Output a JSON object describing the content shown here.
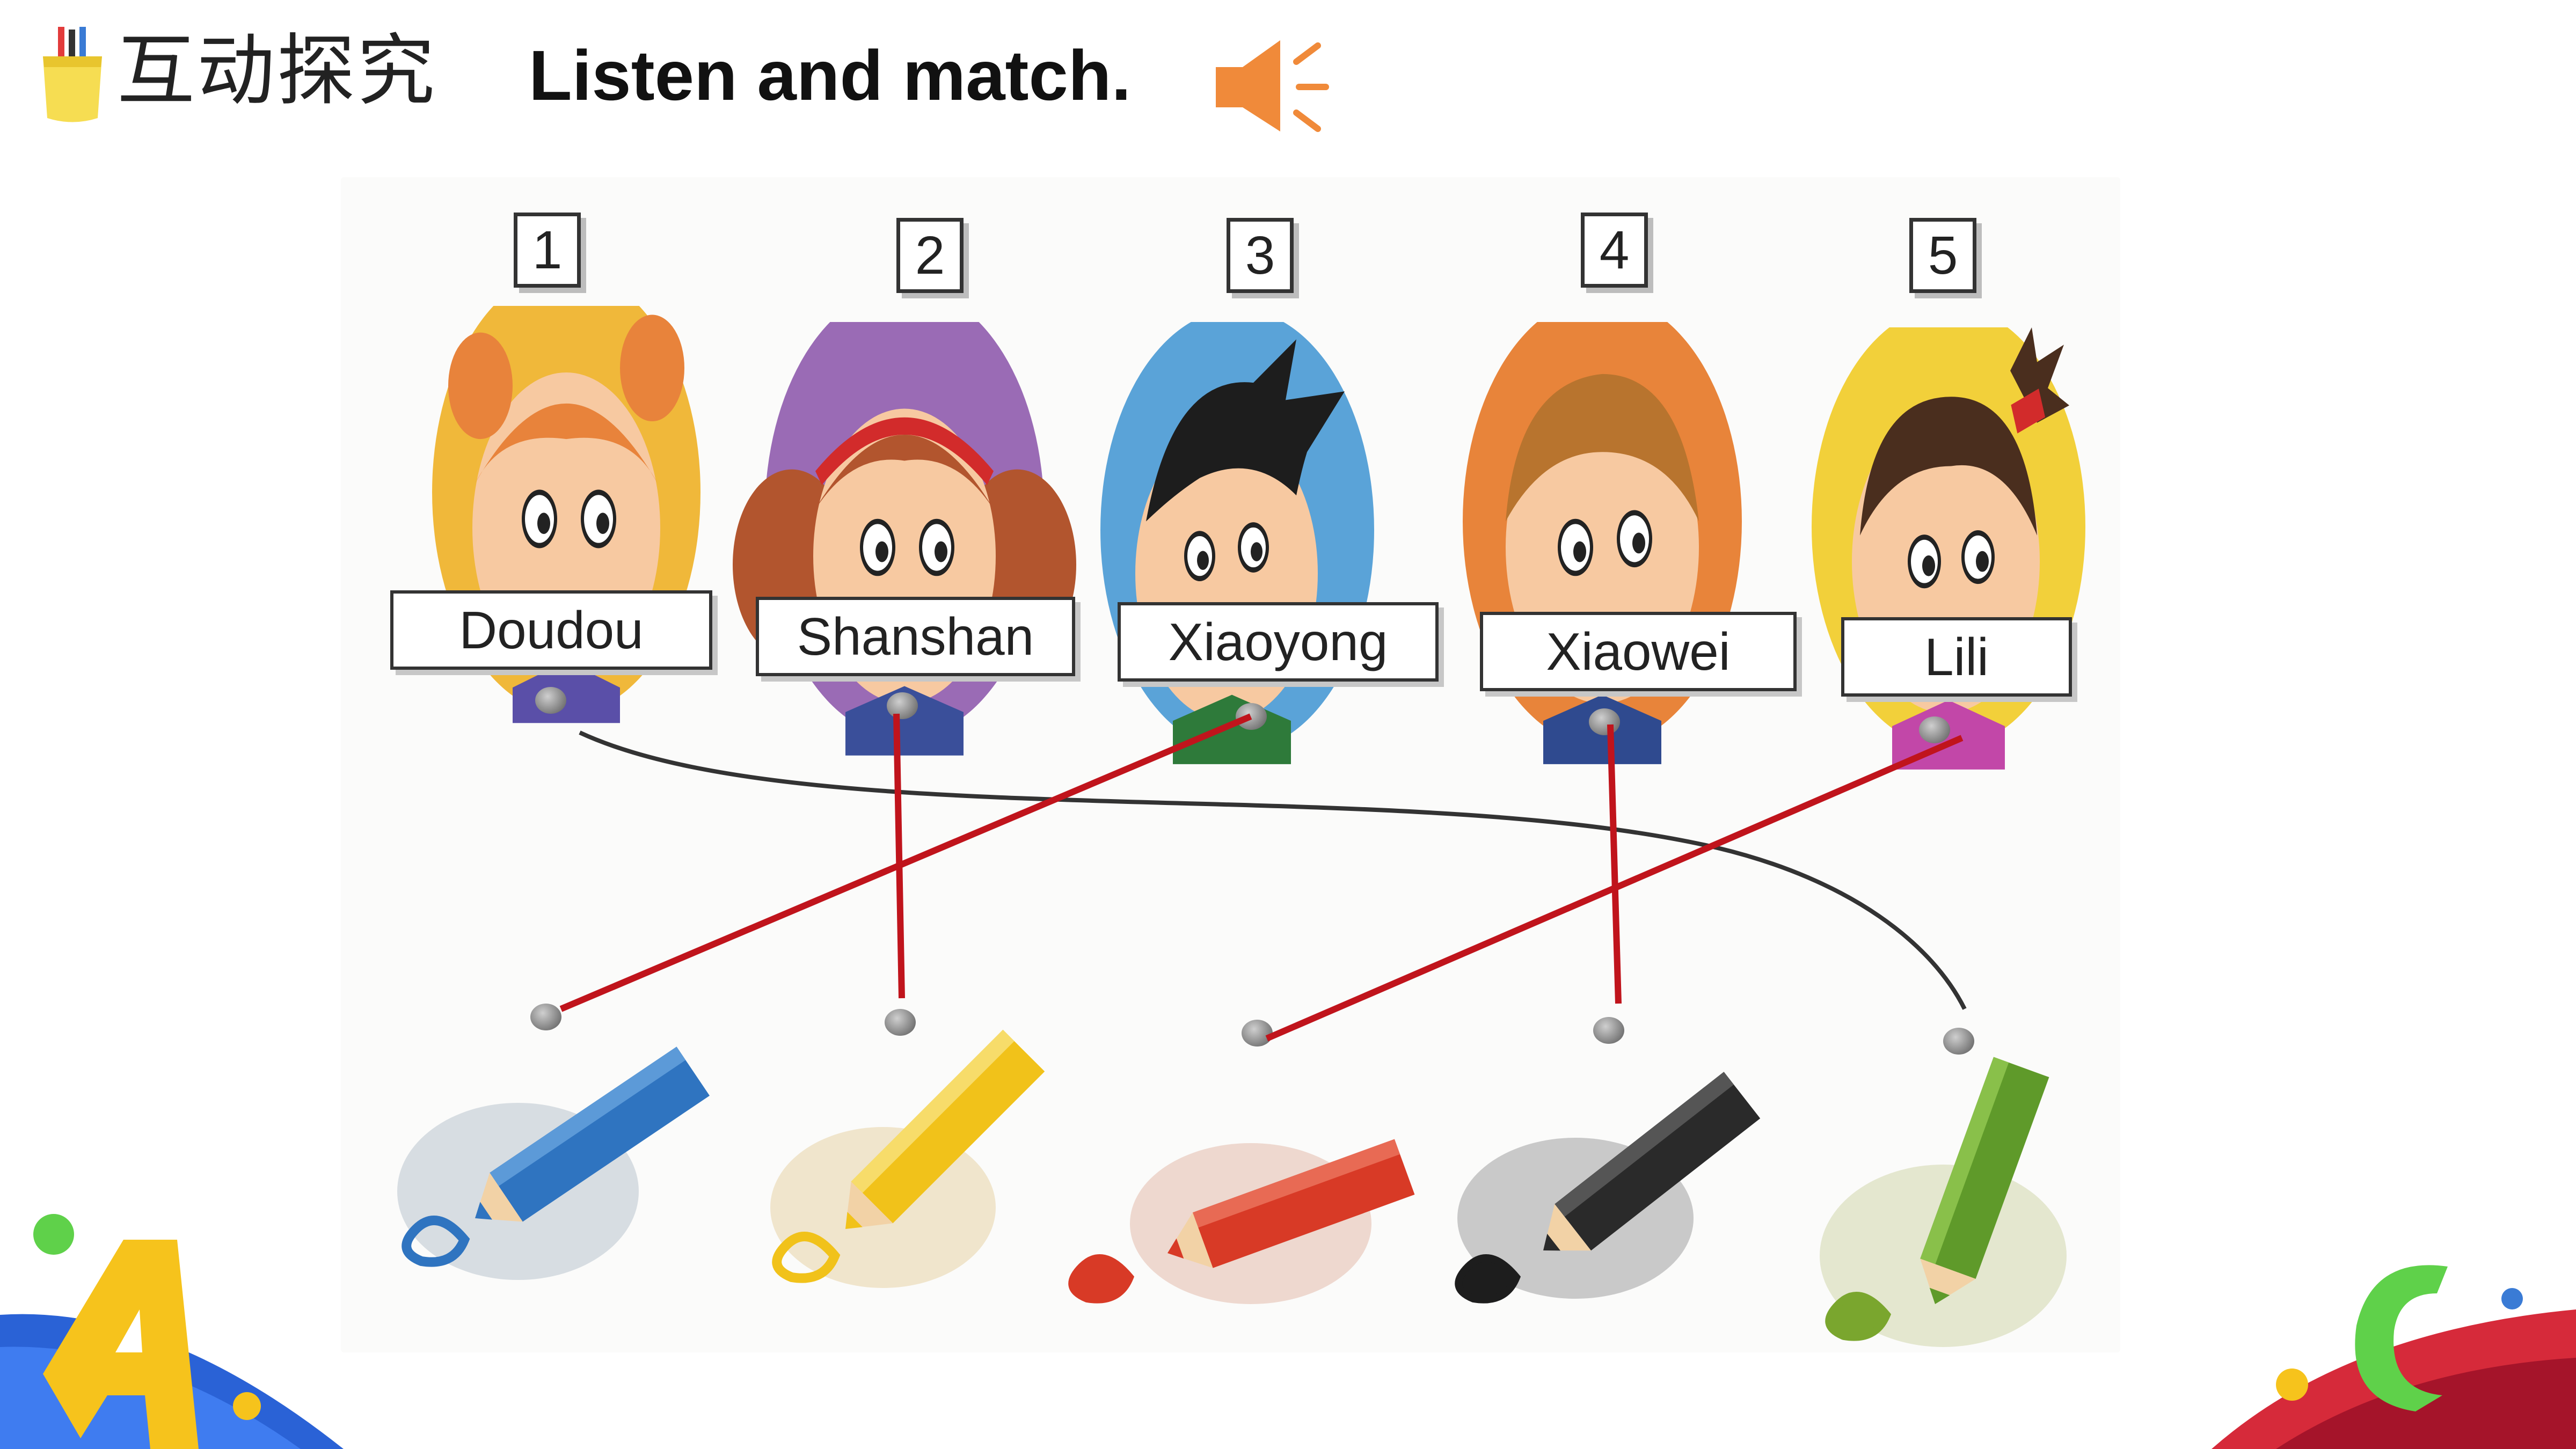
{
  "header": {
    "title": "互动探究",
    "instruction": "Listen and match."
  },
  "icons": {
    "header_icon": "pencil-cup-icon",
    "speaker": "speaker-icon"
  },
  "children": [
    {
      "number": "1",
      "name": "Doudou"
    },
    {
      "number": "2",
      "name": "Shanshan"
    },
    {
      "number": "3",
      "name": "Xiaoyong"
    },
    {
      "number": "4",
      "name": "Xiaowei"
    },
    {
      "number": "5",
      "name": "Lili"
    }
  ],
  "pencils": [
    {
      "color": "blue"
    },
    {
      "color": "yellow"
    },
    {
      "color": "red"
    },
    {
      "color": "black"
    },
    {
      "color": "green"
    }
  ],
  "colors": {
    "answer_line": "#c0141c",
    "example_line": "#333333",
    "speaker": "#f08a3a",
    "pencil_blue": "#2f74c0",
    "pencil_yellow": "#f1c21a",
    "pencil_red": "#d83a26",
    "pencil_black": "#2a2a2a",
    "pencil_green": "#5f9a2a"
  },
  "matches": [
    {
      "child": "Doudou",
      "pencil": "green",
      "style": "example"
    },
    {
      "child": "Shanshan",
      "pencil": "yellow",
      "style": "answer"
    },
    {
      "child": "Xiaoyong",
      "pencil": "blue",
      "style": "answer"
    },
    {
      "child": "Xiaowei",
      "pencil": "black",
      "style": "answer"
    },
    {
      "child": "Lili",
      "pencil": "red",
      "style": "answer"
    }
  ]
}
